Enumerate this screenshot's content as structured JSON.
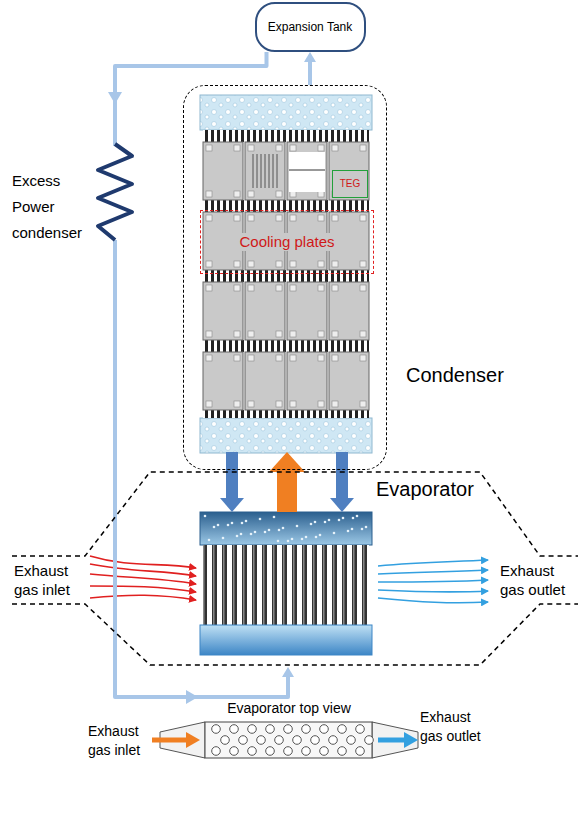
{
  "diagram": {
    "nodes": [
      {
        "text": [
          "Expansion Tank"
        ]
      },
      {
        "text": [
          "Condenser"
        ]
      },
      {
        "text": [
          "Cooling plates"
        ],
        "in": 1
      },
      {
        "text": [
          "TEG"
        ],
        "in": 1
      },
      {
        "text": [
          "Evaporator"
        ]
      },
      {
        "text": [
          "Evaporator top view"
        ]
      }
    ],
    "edges": [
      {
        "from": 1,
        "to": 0,
        "arrow": "to"
      },
      {
        "from": 0,
        "to": 4,
        "arrow": "to"
      },
      {
        "from": 4,
        "to": 1,
        "arrow": "to"
      },
      {
        "from": 1,
        "to": 4,
        "arrow": "to"
      },
      {
        "from": 1,
        "to": 4,
        "arrow": "to"
      }
    ],
    "labels": [
      "Excess Power condenser",
      "Exhaust gas inlet",
      "Exhaust gas outlet",
      "Exhaust gas inlet",
      "Exhaust gas outlet"
    ]
  }
}
